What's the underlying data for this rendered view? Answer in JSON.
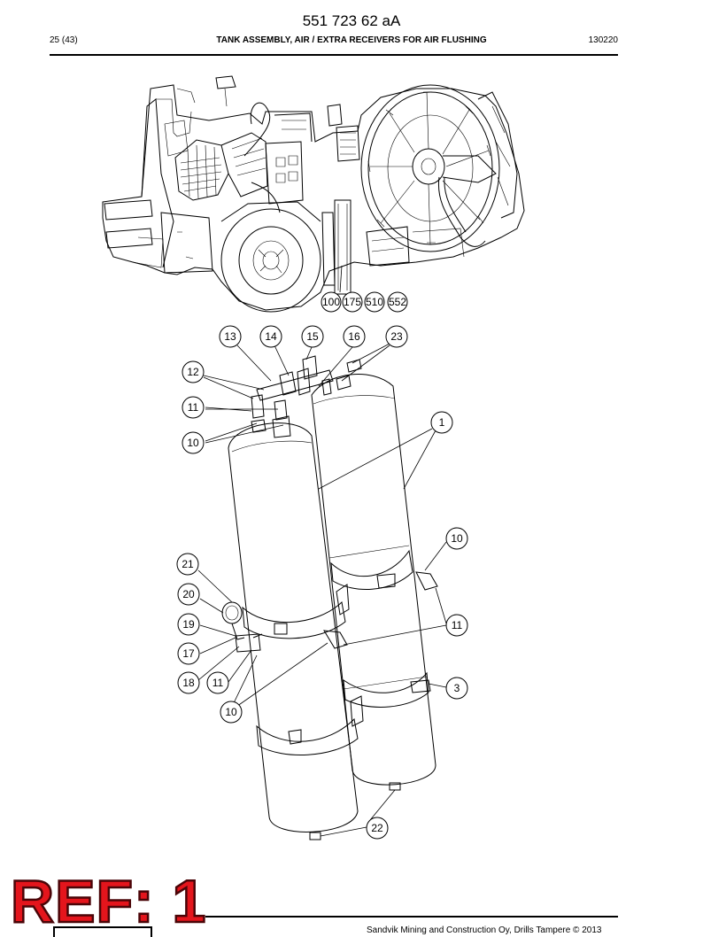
{
  "header": {
    "doc_number": "551 723 62 aA",
    "page_counter": "25 (43)",
    "title": "TANK ASSEMBLY, AIR / EXTRA RECEIVERS FOR AIR FLUSHING",
    "date_code": "130220"
  },
  "reference_callouts": [
    "100",
    "175",
    "510",
    "552"
  ],
  "callouts": {
    "c13": "13",
    "c14": "14",
    "c15": "15",
    "c16": "16",
    "c23": "23",
    "c12": "12",
    "c11a": "11",
    "c10a": "10",
    "c1": "1",
    "c10b": "10",
    "c21": "21",
    "c20": "20",
    "c19": "19",
    "c11b": "11",
    "c17": "17",
    "c18": "18",
    "c11c": "11",
    "c3": "3",
    "c10c": "10",
    "c22": "22"
  },
  "stamp": {
    "text": "REF: 1",
    "color": "#e4151c"
  },
  "footer": {
    "copyright": "Sandvik Mining and Construction Oy, Drills Tampere © 2013"
  }
}
